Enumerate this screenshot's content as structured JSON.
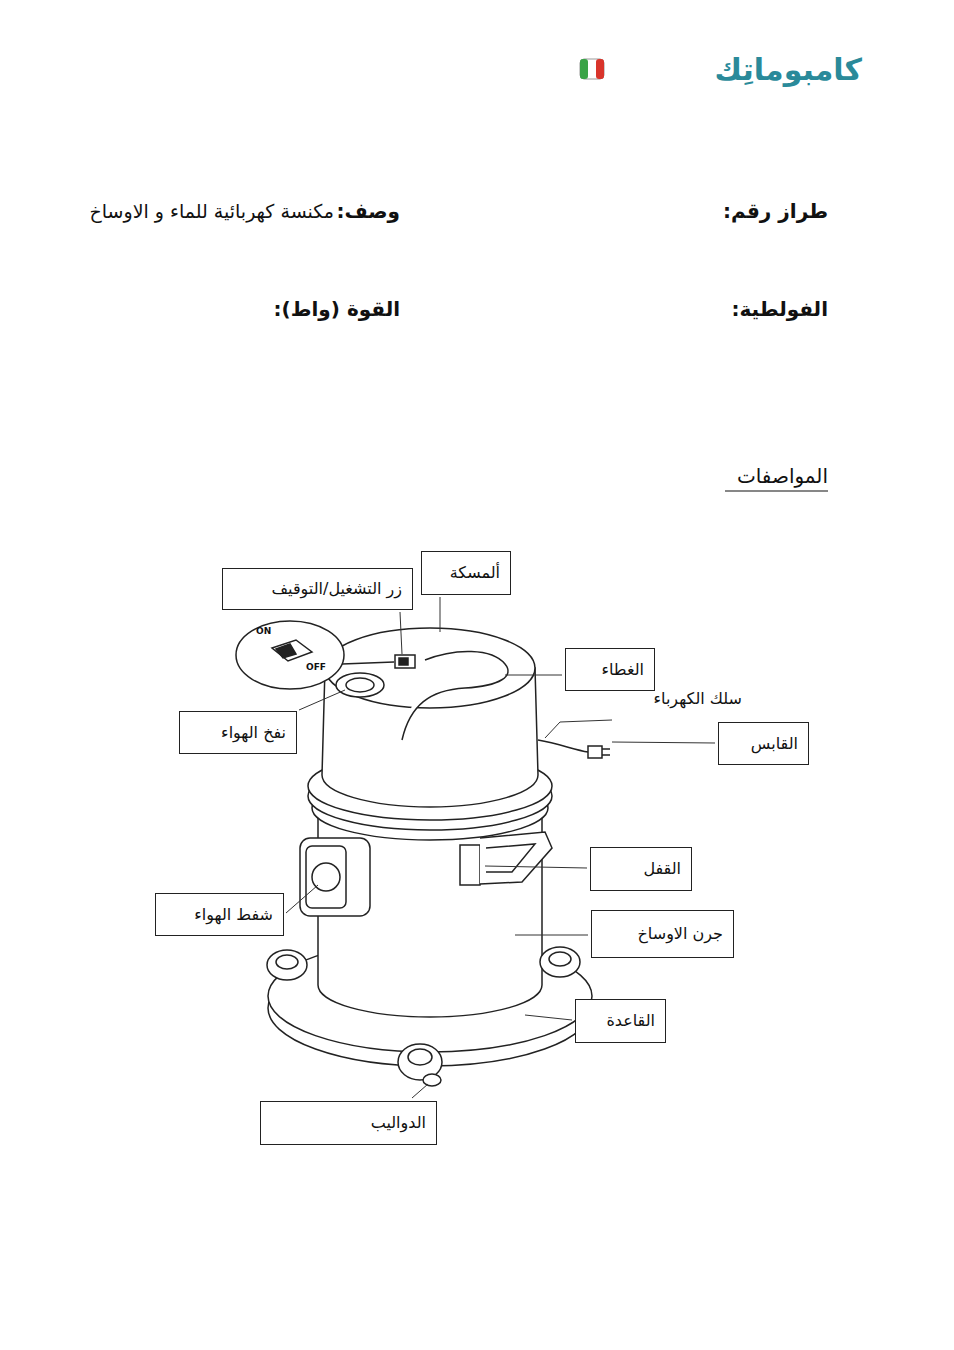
{
  "diagram": {
    "nodes": [
      {
        "text": [
          "ألمسكة"
        ]
      },
      {
        "text": [
          "زر التشغيل/التوقيف"
        ]
      },
      {
        "text": [
          "الغطاء"
        ]
      },
      {
        "text": [
          "نفخ الهواء"
        ]
      },
      {
        "text": [
          "القابس"
        ]
      },
      {
        "text": [
          "القفل"
        ]
      },
      {
        "text": [
          "شفط الهواء"
        ]
      },
      {
        "text": [
          "جرن الاوساخ"
        ]
      },
      {
        "text": [
          "القاعدة"
        ]
      },
      {
        "text": [
          "الدواليب"
        ]
      }
    ],
    "labels": [
      "كامبوماتِك",
      "طراز رقم:",
      "وصف:",
      "مكنسة كهربائية للماء و الاوساخ",
      "الفولطية:",
      "القوة (واط):",
      "المواصفات",
      "سلك الكهرباء",
      "ON",
      "OFF"
    ]
  }
}
